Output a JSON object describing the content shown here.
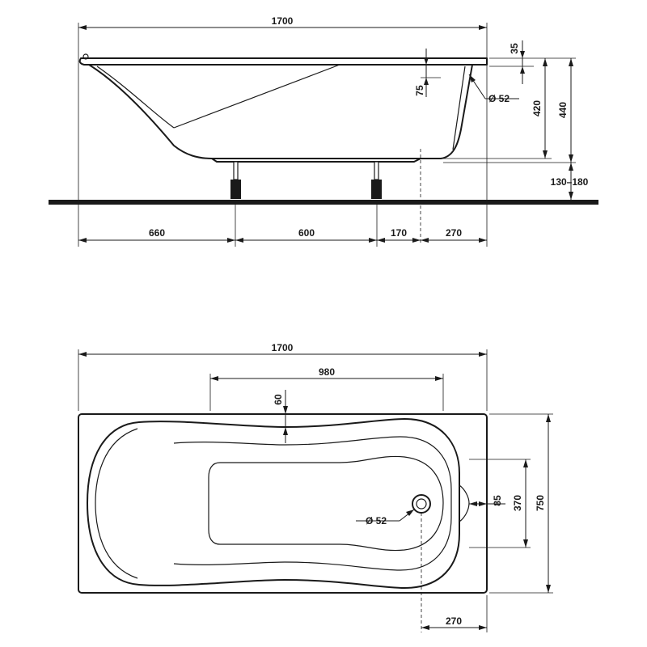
{
  "side_view": {
    "total_length": "1700",
    "rim_thickness": "35",
    "drain_drop": "75",
    "drain_diameter": "Ø 52",
    "inner_depth": "420",
    "total_height": "440",
    "leg_height": "130–180",
    "head_to_leg": "660",
    "leg_spacing": "600",
    "leg_to_drain": "170",
    "drain_to_end": "270"
  },
  "top_view": {
    "total_length": "1700",
    "inner_flat_length": "980",
    "rim_offset": "60",
    "overflow_offset": "85",
    "inner_width": "370",
    "total_width": "750",
    "drain_diameter": "Ø 52",
    "drain_to_end": "270"
  }
}
